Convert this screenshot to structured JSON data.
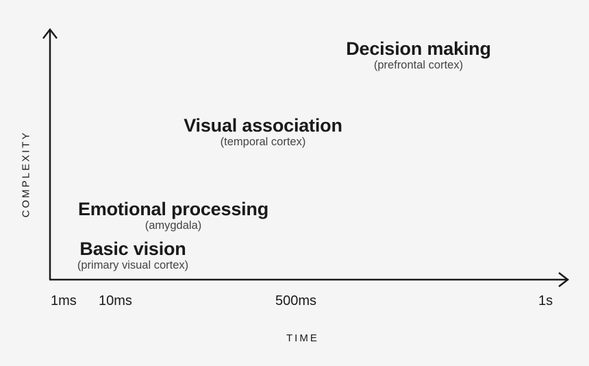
{
  "axes": {
    "x_label": "TIME",
    "y_label": "COMPLEXITY",
    "ticks": [
      "1ms",
      "10ms",
      "500ms",
      "1s"
    ]
  },
  "stages": [
    {
      "title": "Basic vision",
      "subtitle": "(primary visual cortex)"
    },
    {
      "title": "Emotional processing",
      "subtitle": "(amygdala)"
    },
    {
      "title": "Visual association",
      "subtitle": "(temporal cortex)"
    },
    {
      "title": "Decision making",
      "subtitle": "(prefrontal cortex)"
    }
  ],
  "colors": {
    "background": "#f5f5f5",
    "ink": "#1a1a1a",
    "subtext": "#444444"
  }
}
